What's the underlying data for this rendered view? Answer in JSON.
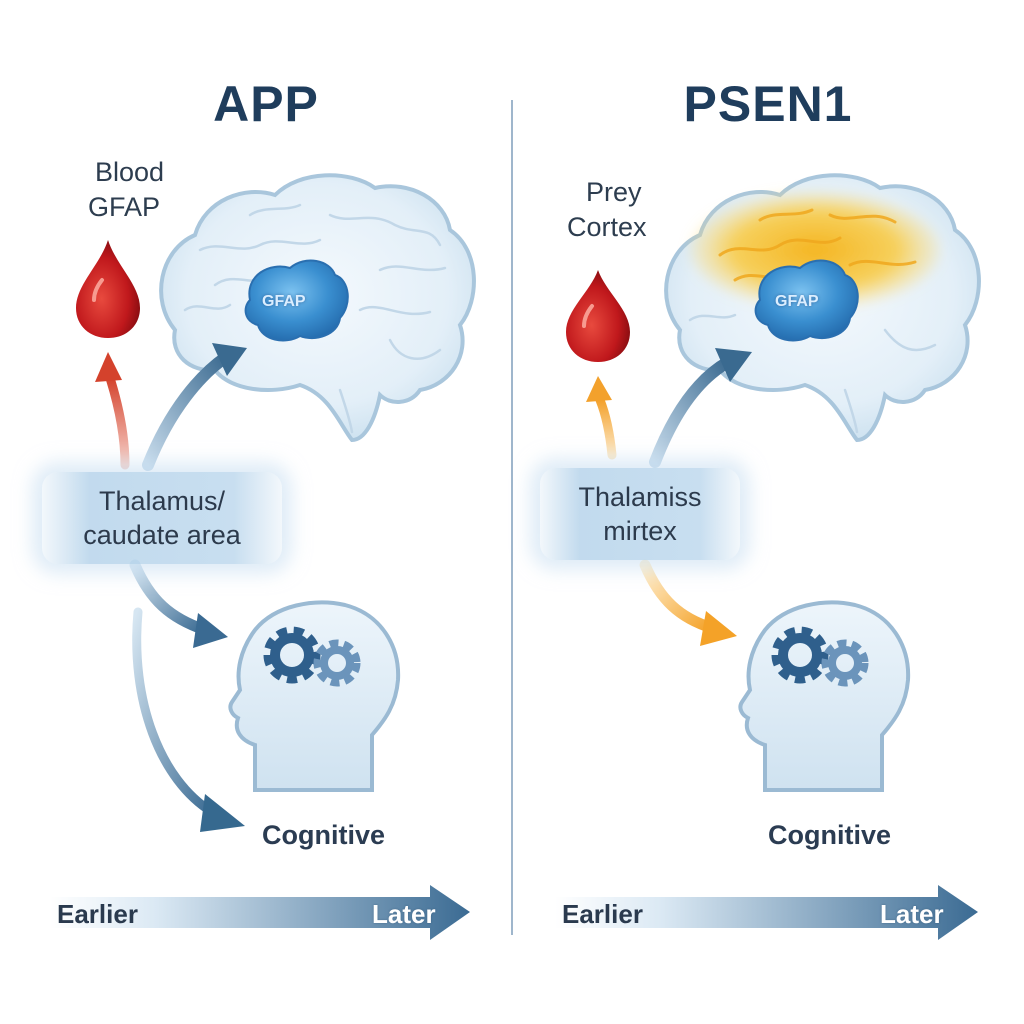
{
  "panels": [
    {
      "title": "APP",
      "biomarker_label_line1": "Blood",
      "biomarker_label_line2": "GFAP",
      "brain_core_label": "GFAP",
      "region_line1": "Thalamus/",
      "region_line2": "caudate area",
      "outcome_label": "Cognitive",
      "timeline_start": "Earlier",
      "timeline_end": "Later"
    },
    {
      "title": "PSEN1",
      "biomarker_label_line1": "Prey",
      "biomarker_label_line2": "Cortex",
      "brain_core_label": "GFAP",
      "region_line1": "Thalamiss",
      "region_line2": "mirtex",
      "outcome_label": "Cognitive",
      "timeline_start": "Earlier",
      "timeline_end": "Later"
    }
  ],
  "colors": {
    "title": "#1f3d5c",
    "blood_drop": "#c0181c",
    "arrow_blue": "#3f6d92",
    "arrow_red": "#d8472f",
    "arrow_orange": "#f2a430",
    "cortex_highlight": "#f6c335",
    "gfap_blob": "#3a8fd0",
    "divider": "#9fb6cc"
  },
  "icons": [
    "blood-drop-icon",
    "brain-icon",
    "head-gears-icon",
    "timeline-arrow-icon"
  ]
}
